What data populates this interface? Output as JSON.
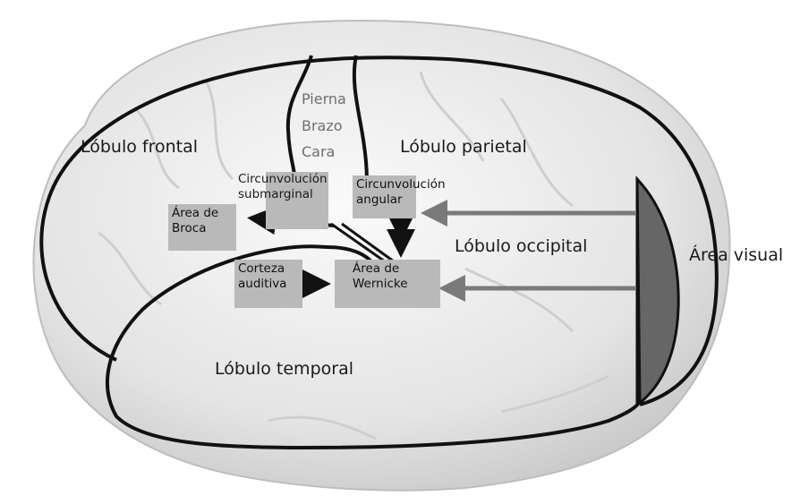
{
  "lobes": {
    "frontal": "Lóbulo frontal",
    "parietal": "Lóbulo parietal",
    "occipital": "Lóbulo occipital",
    "temporal": "Lóbulo temporal"
  },
  "visual_area": "Área visual",
  "motor_strip": [
    "Pierna",
    "Brazo",
    "Cara"
  ],
  "areas": {
    "submarginal": [
      "Circunvolución",
      "submarginal"
    ],
    "angular": [
      "Circunvolución",
      "angular"
    ],
    "broca": [
      "Área de",
      "Broca"
    ],
    "auditory": [
      "Corteza",
      "auditiva"
    ],
    "wernicke": [
      "Área de",
      "Wernicke"
    ]
  },
  "colors": {
    "box": "#b9b9b9",
    "outline": "#111111",
    "visual_fill": "#666666",
    "arrow_gray": "#7a7a7a",
    "brain": "#e6e6e6"
  }
}
